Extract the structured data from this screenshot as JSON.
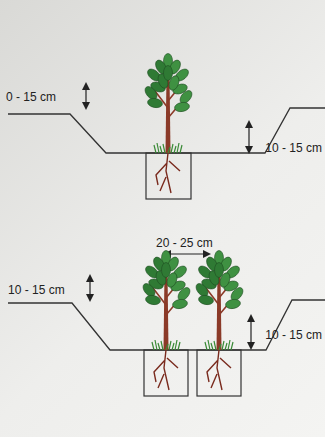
{
  "diagram": {
    "labels": [
      "0 - 15 cm",
      "10 - 15 cm",
      "20 - 25 cm",
      "10 - 15 cm",
      "10 - 15 cm"
    ]
  }
}
